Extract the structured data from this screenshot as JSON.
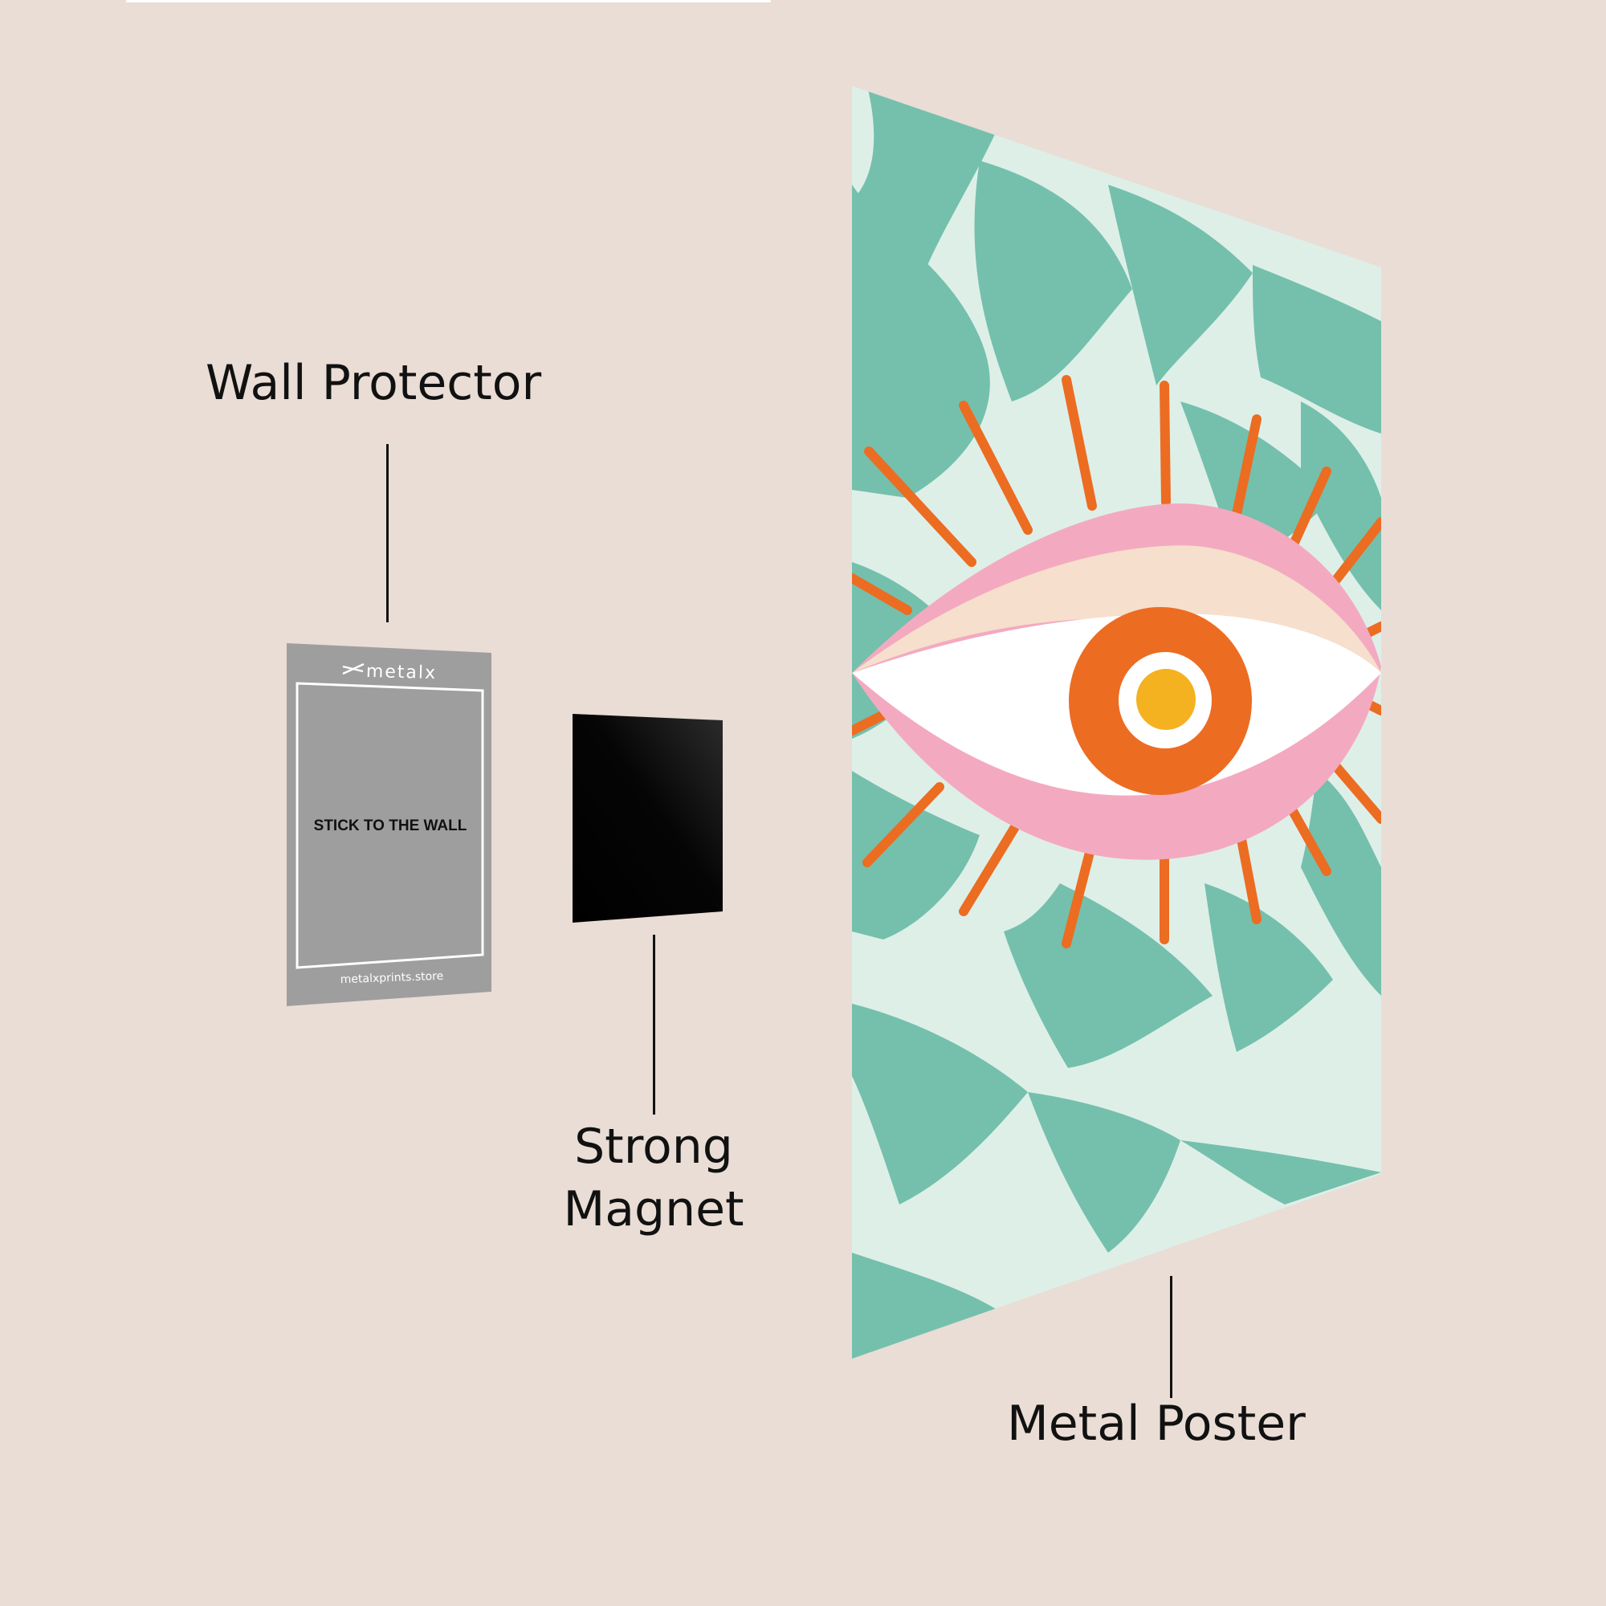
{
  "labels": {
    "wall_protector": "Wall Protector",
    "strong_magnet_line1": "Strong",
    "strong_magnet_line2": "Magnet",
    "metal_poster": "Metal Poster"
  },
  "protector_card": {
    "brand": "metalx",
    "instruction": "STICK TO THE WALL",
    "website": "metalxprints.store"
  },
  "colors": {
    "background": "#e9ddd5",
    "protector_gray": "#9e9e9e",
    "magnet_black": "#050505",
    "checker_dark": "#74c0ac",
    "checker_light": "#deefe8",
    "lash_orange": "#ec6c22",
    "lid_pink": "#f3aac0",
    "lid_cream": "#f6dfcc",
    "iris_orange": "#ec6c22",
    "pupil_yellow": "#f4b120"
  },
  "icons": [
    "metalx-logo-icon",
    "eye-illustration"
  ]
}
